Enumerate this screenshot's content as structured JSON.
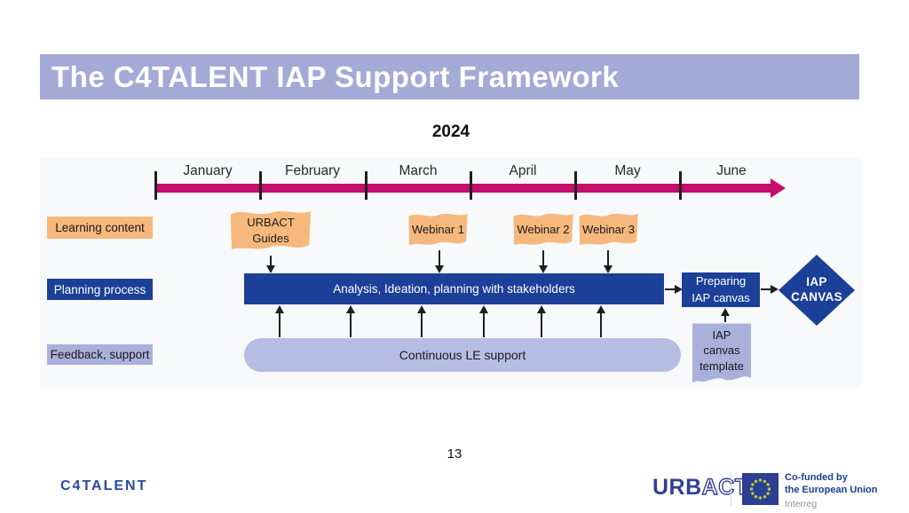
{
  "slide": {
    "title": "The C4TALENT IAP Support Framework",
    "year": "2024",
    "page_number": "13"
  },
  "timeline": {
    "months": [
      "January",
      "February",
      "March",
      "April",
      "May",
      "June"
    ]
  },
  "row_labels": {
    "learning": "Learning content",
    "planning": "Planning process",
    "feedback": "Feedback, support"
  },
  "learning": {
    "guides": "URBACT\nGuides",
    "webinar1": "Webinar 1",
    "webinar2": "Webinar 2",
    "webinar3": "Webinar 3"
  },
  "planning": {
    "bar": "Analysis, Ideation, planning with stakeholders",
    "preparing": "Preparing\nIAP canvas",
    "canvas": "IAP\nCANVAS"
  },
  "feedback": {
    "pill": "Continuous LE support",
    "template": "IAP\ncanvas\ntemplate"
  },
  "footer": {
    "brand": "C4TALENT",
    "urbact_solid": "URB",
    "urbact_outline": "ACT",
    "eu_line1": "Co-funded by",
    "eu_line2": "the European Union",
    "eu_line3": "Interreg"
  },
  "colors": {
    "title_bg": "#a3aad6",
    "dark_blue": "#1c4098",
    "orange": "#f6b87d",
    "lavender": "#a9b1da",
    "pill_lavender": "#b6bde2",
    "magenta": "#c50d6c",
    "panel_bg": "#f8f9fa"
  }
}
